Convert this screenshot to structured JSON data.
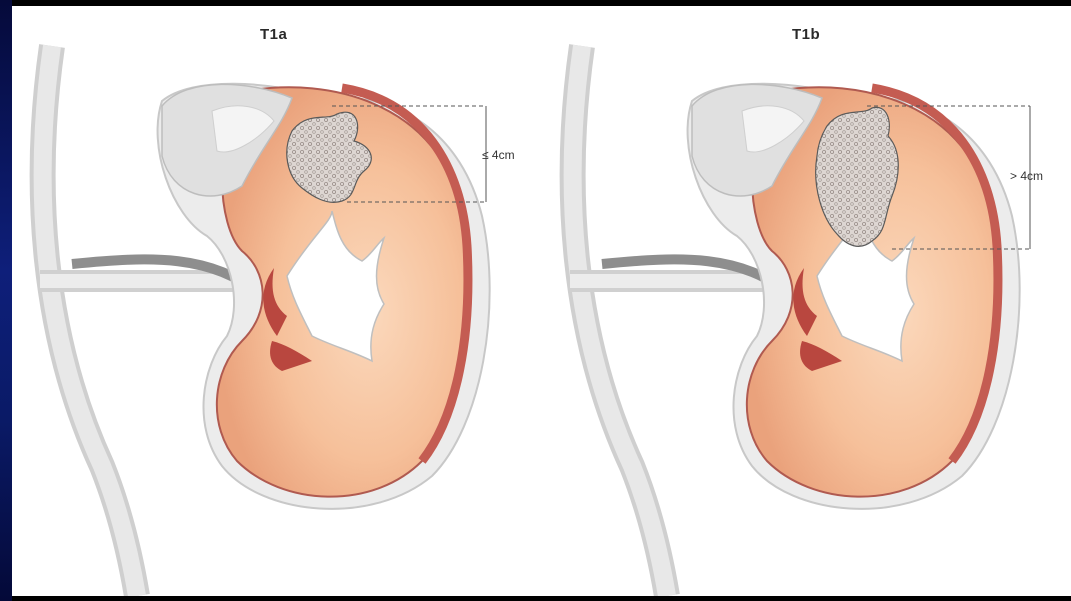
{
  "stages": [
    {
      "title": "T1a",
      "measure_label": "≤ 4cm"
    },
    {
      "title": "T1b",
      "measure_label": "> 4cm"
    }
  ],
  "colors": {
    "background": "#000000",
    "panel": "#ffffff",
    "kidney_flesh": "#f6c5a0",
    "kidney_capsule": "#c7635a",
    "fat_capsule": "#e6e6e6",
    "tumor": "#d9d2ce",
    "vessel": "#8a8a8a",
    "left_edge_accent": "#0e1f7a"
  }
}
